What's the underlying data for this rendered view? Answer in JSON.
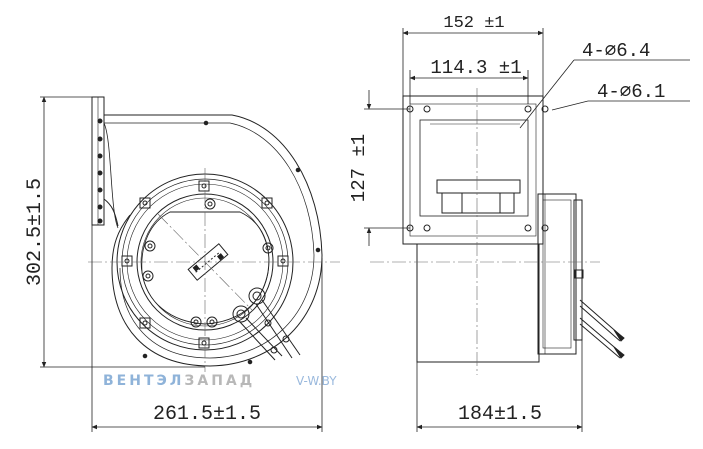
{
  "dimensions": {
    "height_side": "302.5±1.5",
    "width_front": "261.5±1.5",
    "width_top": "152 ±1",
    "hole_spacing_h": "114.3 ±1",
    "hole_spacing_v": "127 ±1",
    "width_side": "184±1.5",
    "holes_a": "4-∅6.4",
    "holes_b": "4-∅6.1"
  },
  "watermark": {
    "brand_part1": "ВЕНТЭЛ",
    "brand_part2": "ЗАПАД",
    "site": "V-W.BY",
    "brand_color_1": "#8fb3d9",
    "brand_color_2": "#c9c9c9"
  }
}
